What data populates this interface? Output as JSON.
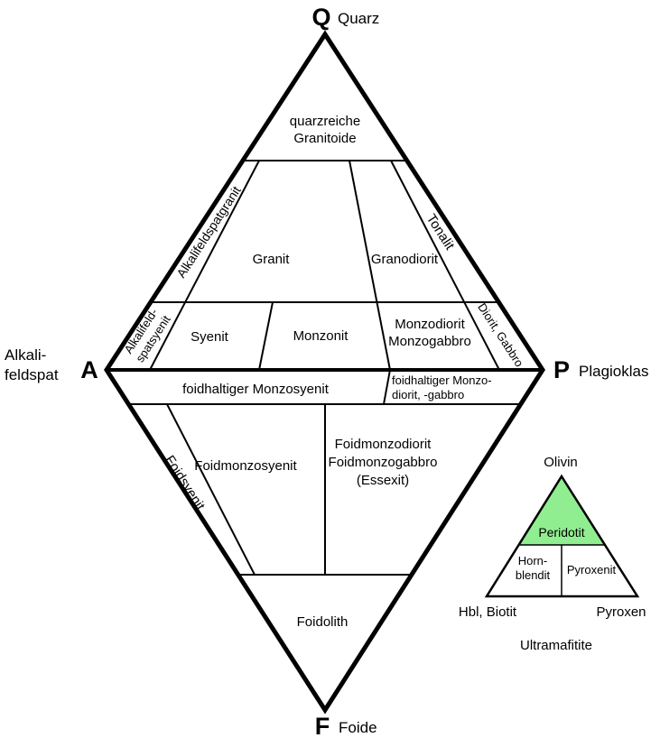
{
  "vertices": {
    "q": {
      "letter": "Q",
      "name": "Quarz"
    },
    "a": {
      "letter": "A",
      "name_line1": "Alkali-",
      "name_line2": "feldspat"
    },
    "p": {
      "letter": "P",
      "name": "Plagioklas"
    },
    "f": {
      "letter": "F",
      "name": "Foide"
    }
  },
  "fields": {
    "quartz_rich": {
      "line1": "quarzreiche",
      "line2": "Granitoide"
    },
    "alkali_feldspar_granite": "Alkalifeldspatgranit",
    "granite": "Granit",
    "granodiorite": "Granodiorit",
    "tonalite": "Tonalit",
    "alkali_feldspar_syenite": {
      "line1": "Alkalifeld-",
      "line2": "spatsyenit"
    },
    "syenite": "Syenit",
    "monzonite": "Monzonit",
    "monzodiorite": {
      "line1": "Monzodiorit",
      "line2": "Monzogabbro"
    },
    "diorite_gabbro": "Diorit, Gabbro",
    "foid_bearing_monzosyenite": "foidhaltiger Monzosyenit",
    "foid_bearing_monzodiorite": {
      "line1": "foidhaltiger Monzo-",
      "line2": "diorit, -gabbro"
    },
    "foid_syenite": "Foidsyenit",
    "foid_monzosyenite": "Foidmonzosyenit",
    "foid_monzodiorite": {
      "line1": "Foidmonzodiorit",
      "line2": "Foidmonzogabbro",
      "line3": "(Essexit)"
    },
    "foidolite": "Foidolith"
  },
  "ultramafic": {
    "olivine": "Olivin",
    "peridotite": "Peridotit",
    "hornblendite": {
      "line1": "Horn-",
      "line2": "blendit"
    },
    "pyroxenite": "Pyroxenit",
    "hbl_biotite": "Hbl, Biotit",
    "pyroxene": "Pyroxen",
    "title": "Ultramafitite"
  },
  "colors": {
    "peridotite_fill": "#90EE90",
    "line": "#000000",
    "background": "#FFFFFF"
  }
}
